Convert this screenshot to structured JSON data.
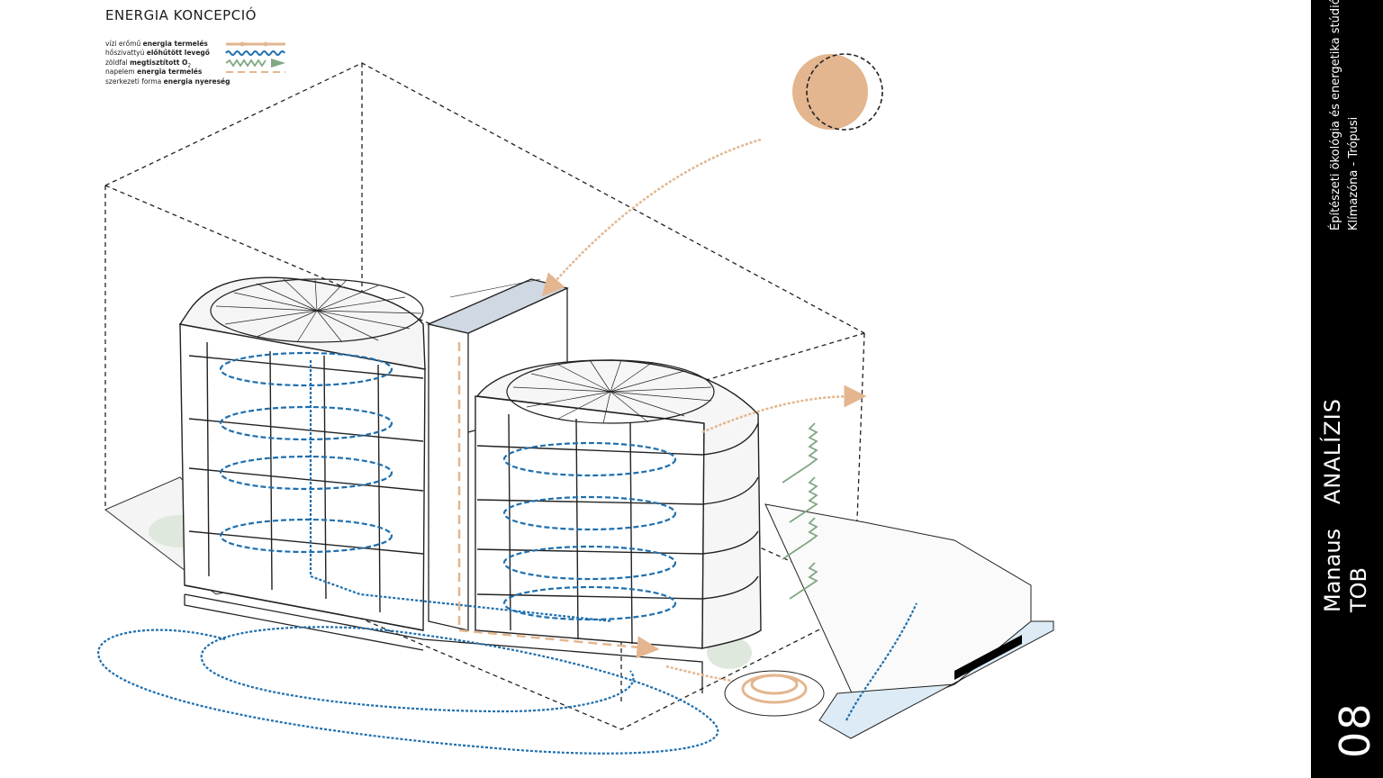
{
  "header": {
    "title": "ENERGIA KONCEPCIÓ"
  },
  "legend": {
    "items": [
      {
        "prefix": "vízi erőmű ",
        "bold": "energia termelés",
        "suffix": "",
        "symbol": "solid-line-with-dots",
        "color": "#e3b68f"
      },
      {
        "prefix": "hőszivattyú ",
        "bold": "előhűtött levegő",
        "suffix": "",
        "symbol": "wavy-line",
        "color": "#1f6fae"
      },
      {
        "prefix": "zöldfal ",
        "bold": "megtisztított O",
        "suffix": "2",
        "symbol": "zigzag-arrow",
        "color": "#7fa882"
      },
      {
        "prefix": "napelem ",
        "bold": "energia termelés",
        "suffix": "",
        "symbol": "dashed-line",
        "color": "#e3b68f"
      },
      {
        "prefix": "szerkezeti forma ",
        "bold": "energia nyereség",
        "suffix": "",
        "symbol": "none",
        "color": ""
      }
    ]
  },
  "sidebar": {
    "studio": "Építészeti ökológia és energetika stúdió",
    "climate": "Klímazóna - Trópusi",
    "section": "ANALÍZIS",
    "city": "Manaus",
    "project": "TOB",
    "page_number": "08"
  },
  "colors": {
    "sun": "#e3b68f",
    "energy": "#e3b68f",
    "air": "#1f6fae",
    "green_wall": "#7fa882",
    "water": "#dcebf5",
    "ground_shade": "#dfe8dc",
    "sidebar": "#000000"
  },
  "icons": [
    "sun-icon",
    "building-axonometric",
    "heat-pump-loop",
    "water-turbine"
  ]
}
